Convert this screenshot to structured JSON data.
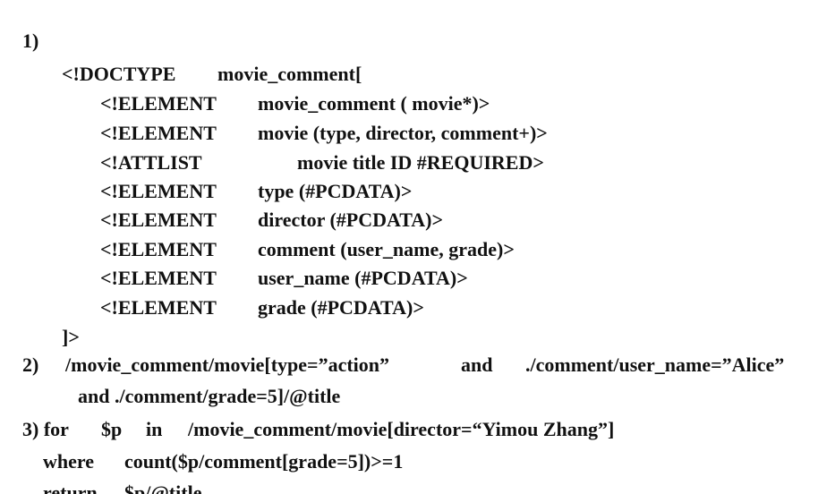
{
  "q1": {
    "label": "1)",
    "doctype_open_kw": "<!DOCTYPE",
    "doctype_open_name": "movie_comment[",
    "decls": [
      {
        "kw": "<!ELEMENT",
        "body": "movie_comment ( movie*)>"
      },
      {
        "kw": "<!ELEMENT",
        "body": "movie (type, director, comment+)>"
      },
      {
        "kw": "<!ATTLIST",
        "body": "movie title ID #REQUIRED>"
      },
      {
        "kw": "<!ELEMENT",
        "body": "type (#PCDATA)>"
      },
      {
        "kw": "<!ELEMENT",
        "body": "director (#PCDATA)>"
      },
      {
        "kw": "<!ELEMENT",
        "body": "comment (user_name, grade)>"
      },
      {
        "kw": "<!ELEMENT",
        "body": "user_name (#PCDATA)>"
      },
      {
        "kw": "<!ELEMENT",
        "body": "grade (#PCDATA)>"
      }
    ],
    "doctype_close": "]>"
  },
  "q2": {
    "label": "2)",
    "line1_a": "/movie_comment/movie[type=”action”",
    "line1_b": "and",
    "line1_c": "./comment/user_name=”Alice”",
    "line2": "and ./comment/grade=5]/@title"
  },
  "q3": {
    "line1_label": "3) for",
    "line1_var": "$p",
    "line1_in": "in",
    "line1_path": "/movie_comment/movie[director=“Yimou Zhang”]",
    "line2_kw": "where",
    "line2_expr": "count($p/comment[grade=5])>=1",
    "line3_kw": "return",
    "line3_expr": "$p/@title"
  }
}
